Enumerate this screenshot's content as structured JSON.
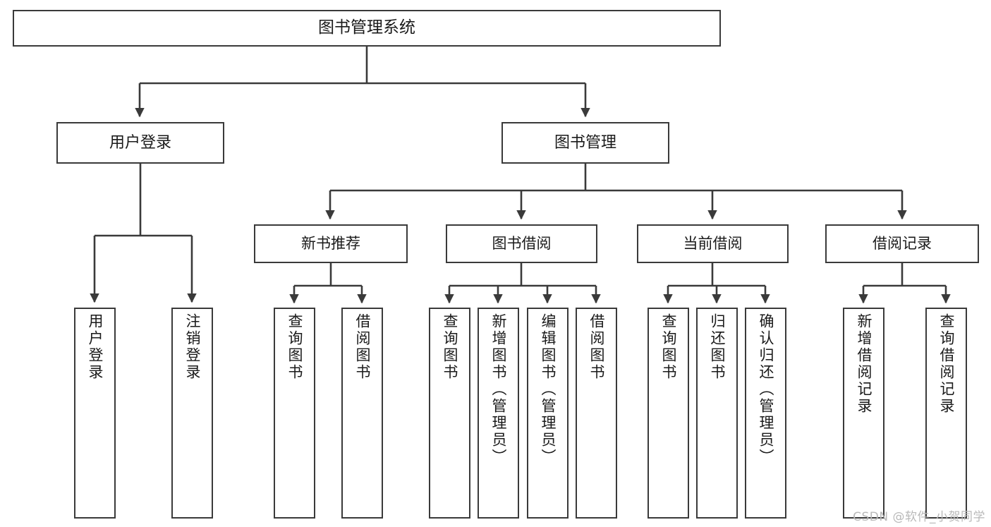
{
  "diagram": {
    "title": "图书管理系统",
    "type": "tree-hierarchy-diagram",
    "colors": {
      "node_border": "#3a3a3a",
      "node_fill": "#ffffff",
      "edge": "#3a3a3a",
      "text": "#1a1a1a",
      "watermark": "#b9b9b9",
      "background": "#ffffff"
    },
    "root": {
      "label": "图书管理系统"
    },
    "level1": [
      {
        "label": "用户登录"
      },
      {
        "label": "图书管理"
      }
    ],
    "level2": [
      {
        "label": "新书推荐"
      },
      {
        "label": "图书借阅"
      },
      {
        "label": "当前借阅"
      },
      {
        "label": "借阅记录"
      }
    ],
    "leaves": {
      "user_login": [
        {
          "label": "用户登录"
        },
        {
          "label": "注销登录"
        }
      ],
      "new_book_recommend": [
        {
          "label": "查询图书"
        },
        {
          "label": "借阅图书"
        }
      ],
      "book_borrow": [
        {
          "label": "查询图书"
        },
        {
          "label": "新增图书（管理员）"
        },
        {
          "label": "编辑图书（管理员）"
        },
        {
          "label": "借阅图书"
        }
      ],
      "current_borrow": [
        {
          "label": "查询图书"
        },
        {
          "label": "归还图书"
        },
        {
          "label": "确认归还（管理员）"
        }
      ],
      "borrow_record": [
        {
          "label": "新增借阅记录"
        },
        {
          "label": "查询借阅记录"
        }
      ]
    },
    "watermark": "CSDN @软件_小贺同学"
  }
}
